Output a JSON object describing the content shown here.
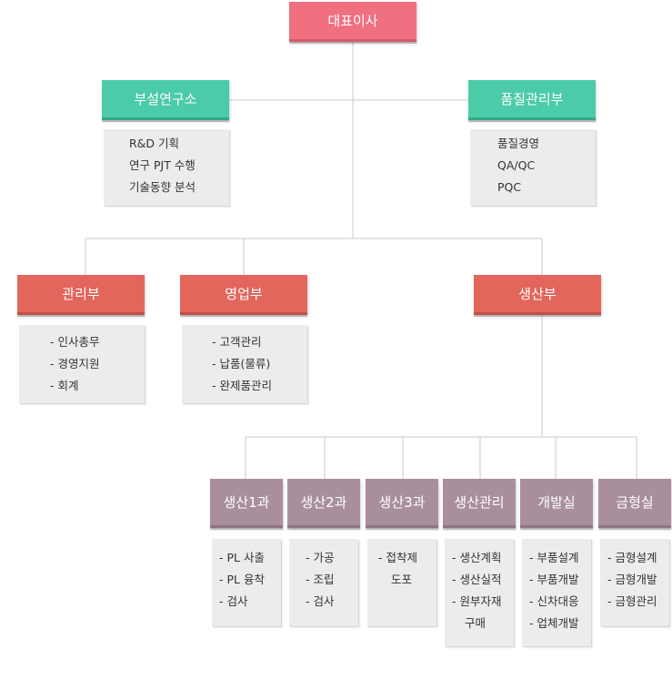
{
  "ceo": {
    "label": "대표이사"
  },
  "research": {
    "label": "부설연구소",
    "items": [
      "R&D 기획",
      "연구 PJT 수행",
      "기술동향 분석"
    ]
  },
  "quality": {
    "label": "품질관리부",
    "items": [
      "품질경영",
      "QA/QC",
      "PQC"
    ]
  },
  "management": {
    "label": "관리부",
    "items": [
      "- 인사총무",
      "- 경영지원",
      "- 회계"
    ]
  },
  "sales": {
    "label": "영업부",
    "items": [
      "- 고객관리",
      "- 납품(물류)",
      "- 완제품관리"
    ]
  },
  "production": {
    "label": "생산부",
    "teams": [
      {
        "label": "생산1과",
        "items": [
          "- PL 사출",
          "- PL 융착",
          "- 검사"
        ]
      },
      {
        "label": "생산2과",
        "items": [
          "- 가공",
          "- 조립",
          "- 검사"
        ]
      },
      {
        "label": "생산3과",
        "items": [
          "- 접착제",
          "도포"
        ]
      },
      {
        "label": "생산관리",
        "items": [
          "- 생산계획",
          "- 생산실적",
          "- 원부자재",
          "구매"
        ]
      },
      {
        "label": "개발실",
        "items": [
          "- 부품설계",
          "- 부품개발",
          "- 신차대응",
          "- 업체개발"
        ]
      },
      {
        "label": "금형실",
        "items": [
          "- 금형설계",
          "- 금형개발",
          "- 금형관리"
        ]
      }
    ]
  },
  "colors": {
    "ceo": "#f07080",
    "support": "#4ccba9",
    "department": "#e2665c",
    "team": "#a98f9c",
    "panel": "#ececec",
    "line": "#c8c8c8"
  }
}
